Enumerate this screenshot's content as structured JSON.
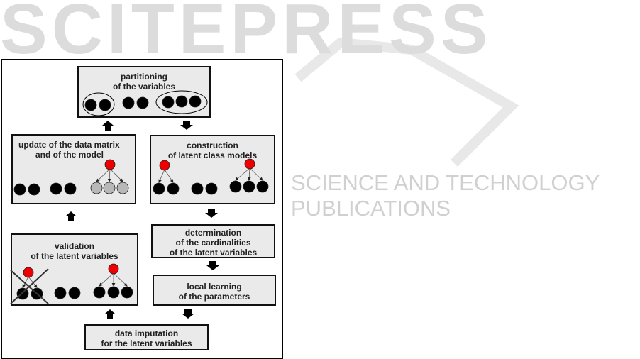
{
  "watermark": {
    "title": "SCITEPRESS",
    "subtitle": "SCIENCE AND TECHNOLOGY PUBLICATIONS",
    "color": "#d9d9d9"
  },
  "boxes": {
    "partitioning": [
      "partitioning",
      "of the variables"
    ],
    "update": [
      "update of the data matrix",
      "and of the model"
    ],
    "construction": [
      "construction",
      "of latent class models"
    ],
    "determination": [
      "determination",
      "of the cardinalities",
      "of the latent variables"
    ],
    "local_learning": [
      "local learning",
      "of the parameters"
    ],
    "validation": [
      "validation",
      "of the latent variables"
    ],
    "imputation": [
      "data imputation",
      "for the latent variables"
    ]
  },
  "colors": {
    "latent": "#ee0000",
    "observed": "#000000",
    "updated": "#b8b8b8"
  }
}
